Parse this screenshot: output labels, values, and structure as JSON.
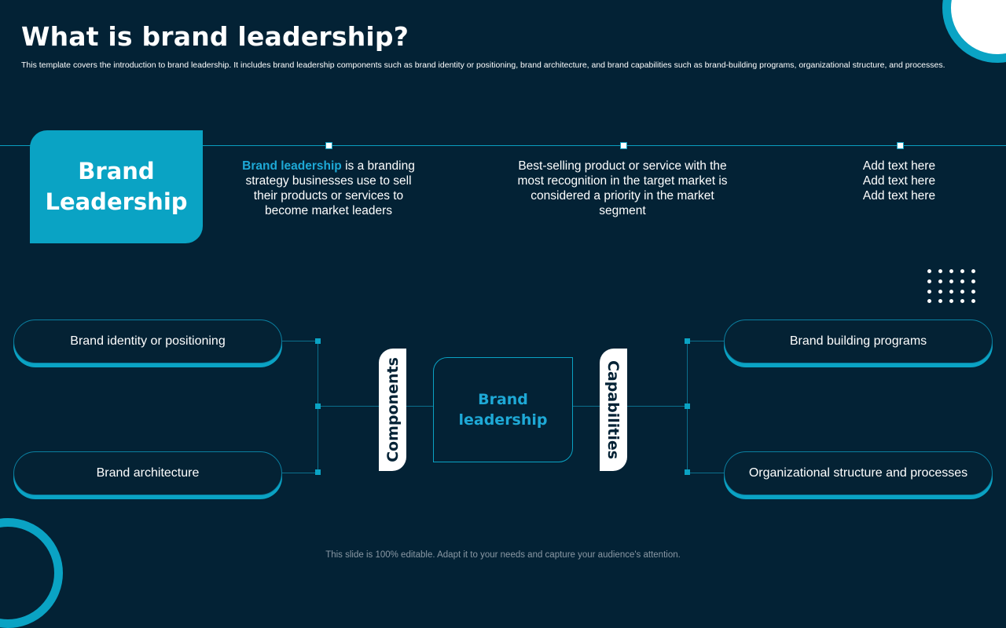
{
  "title": "What is brand leadership?",
  "subtitle": "This template covers the introduction to brand leadership. It includes brand leadership components such as brand identity or positioning, brand architecture, and brand capabilities such as brand-building programs, organizational structure, and processes.",
  "brand_box": {
    "line1": "Brand",
    "line2": "Leadership"
  },
  "timeline": {
    "item1": {
      "highlight": "Brand leadership",
      "text": " is a branding strategy businesses use to sell their products or services to become market leaders"
    },
    "item2": {
      "text": "Best-selling product or service with the most recognition in the target market is considered a priority in the market segment"
    },
    "item3": {
      "line1": "Add text here",
      "line2": "Add text here",
      "line3": "Add text here"
    }
  },
  "components": {
    "label": "Components",
    "items": [
      "Brand identity or positioning",
      "Brand architecture"
    ]
  },
  "capabilities": {
    "label": "Capabilities",
    "items": [
      "Brand building programs",
      "Organizational structure  and processes"
    ]
  },
  "center": {
    "line1": "Brand",
    "line2": "leadership"
  },
  "footer": "This slide is 100% editable. Adapt it to your needs and capture your audience's attention.",
  "colors": {
    "background": "#032235",
    "accent": "#0aa3c4",
    "highlight_text": "#1ea9d6"
  }
}
